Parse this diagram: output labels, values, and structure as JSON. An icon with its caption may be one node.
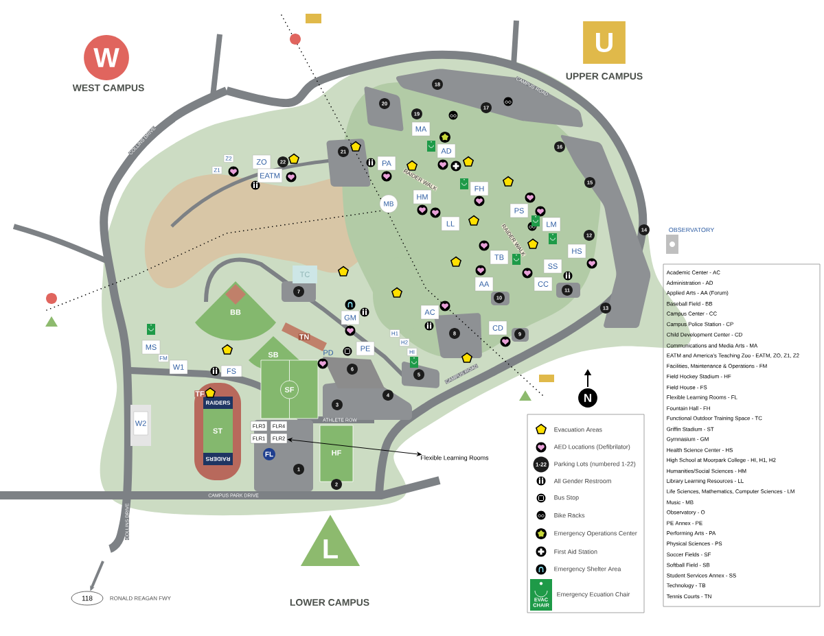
{
  "diagram": {
    "nodes": [
      {
        "text": [
          "W",
          "WEST CAMPUS"
        ]
      },
      {
        "text": [
          "U",
          "UPPER CAMPUS"
        ]
      },
      {
        "text": [
          "18"
        ]
      },
      {
        "text": [
          "20"
        ]
      },
      {
        "text": [
          "19"
        ]
      },
      {
        "text": [
          "17"
        ]
      },
      {
        "text": [
          "MA"
        ]
      },
      {
        "text": [
          "16"
        ]
      },
      {
        "text": [
          "AD"
        ]
      },
      {
        "text": [
          "21"
        ]
      },
      {
        "text": [
          "22"
        ]
      },
      {
        "text": [
          "ZO"
        ]
      },
      {
        "text": [
          "Z2"
        ]
      },
      {
        "text": [
          "Z1"
        ]
      },
      {
        "text": [
          "PA"
        ]
      },
      {
        "text": [
          "EATM"
        ]
      },
      {
        "text": [
          "15"
        ]
      },
      {
        "text": [
          "FH"
        ]
      },
      {
        "text": [
          "HM"
        ]
      },
      {
        "text": [
          "MB"
        ]
      },
      {
        "text": [
          "PS"
        ]
      },
      {
        "text": [
          "LL"
        ]
      },
      {
        "text": [
          "LM"
        ]
      },
      {
        "text": [
          "12"
        ]
      },
      {
        "text": [
          "14"
        ]
      },
      {
        "text": [
          "HS"
        ]
      },
      {
        "text": [
          "SS"
        ]
      },
      {
        "text": [
          "TB"
        ]
      },
      {
        "text": [
          "TC"
        ]
      },
      {
        "text": [
          "CC"
        ]
      },
      {
        "text": [
          "AA"
        ]
      },
      {
        "text": [
          "7"
        ]
      },
      {
        "text": [
          "10"
        ]
      },
      {
        "text": [
          "11"
        ]
      },
      {
        "text": [
          "13"
        ]
      },
      {
        "text": [
          "AC"
        ]
      },
      {
        "text": [
          "BB"
        ]
      },
      {
        "text": [
          "GM"
        ]
      },
      {
        "text": [
          "TN"
        ]
      },
      {
        "text": [
          "CD"
        ]
      },
      {
        "text": [
          "8"
        ]
      },
      {
        "text": [
          "9"
        ]
      },
      {
        "text": [
          "H1"
        ]
      },
      {
        "text": [
          "H2"
        ]
      },
      {
        "text": [
          "MS"
        ]
      },
      {
        "text": [
          "FM"
        ]
      },
      {
        "text": [
          "W1"
        ]
      },
      {
        "text": [
          "PE"
        ]
      },
      {
        "text": [
          "HI"
        ]
      },
      {
        "text": [
          "SB"
        ]
      },
      {
        "text": [
          "PD"
        ]
      },
      {
        "text": [
          "6"
        ]
      },
      {
        "text": [
          "5"
        ]
      },
      {
        "text": [
          "FS"
        ]
      },
      {
        "text": [
          "SF"
        ]
      },
      {
        "text": [
          "TF"
        ]
      },
      {
        "text": [
          "N"
        ]
      },
      {
        "text": [
          "4"
        ]
      },
      {
        "text": [
          "3"
        ]
      },
      {
        "text": [
          "FLR3"
        ]
      },
      {
        "text": [
          "FLR4"
        ]
      },
      {
        "text": [
          "FLR1"
        ]
      },
      {
        "text": [
          "FLR2"
        ]
      },
      {
        "text": [
          "W2"
        ]
      },
      {
        "text": [
          "ST"
        ]
      },
      {
        "text": [
          "FL"
        ]
      },
      {
        "text": [
          "HF"
        ]
      },
      {
        "text": [
          "Flexible Learning Rooms"
        ]
      },
      {
        "text": [
          "1"
        ]
      },
      {
        "text": [
          "2"
        ]
      },
      {
        "text": [
          "L",
          "LOWER CAMPUS"
        ]
      },
      {
        "text": [
          "118"
        ],
        "beside": [
          "RONALD REAGAN FWY"
        ]
      }
    ],
    "edges": [
      {
        "from": 67,
        "to": 62,
        "arrow": "both"
      },
      {
        "from": null,
        "to": 71,
        "arrow": "to",
        "style": "thick",
        "color": "#7d8185"
      }
    ],
    "labels": [
      "CAMPUS ROAD",
      "COLLINS DRIVE",
      "RAIDER WALK",
      "OBSERVATORY",
      "RAIDER WALK",
      "CAMPUS ROAD",
      "ATHLETE ROW",
      "RAIDERS",
      "RAIDERS",
      "CAMPUS PARK DRIVE",
      "COLLINS DRIVE",
      "1-22",
      "EVAC CHAIR",
      "Academic Center - AC",
      "Administration - AD",
      "Applied Arts - AA (Forum)",
      "Baseball Field - BB",
      "Campus Center - CC",
      "Campus Police Station - CP",
      "Child Development Center - CD",
      "Communications and Media Arts - MA",
      "EATM and America’s Teaching Zoo - EATM, ZO, Z1, Z2",
      "Facilities, Maintenance & Operations - FM",
      "Field Hockey Stadium - HF",
      "Field House - FS",
      "Flexible Learning Rooms - FL",
      "Fountain Hall - FH",
      "Functional Outdoor Training Space - TC",
      "Griffin Stadium - ST",
      "Gymnasium - GM",
      "Health Science Center - HS",
      "High School at Moorpark College - HI, H1, H2",
      "Humanities/Social Sciences - HM",
      "Library Learning Resources - LL",
      "Life Sciences, Mathematics, Computer Sciences - LM",
      "Music - MB",
      "Observatory - O",
      "PE Annex - PE",
      "Performing Arts - PA",
      "Physical Sciences - PS",
      "Soccer Fields - SF",
      "Softball Field - SB",
      "Student Services Annex - SS",
      "Technology - TB",
      "Tennis Courts - TN"
    ],
    "legend": [
      {
        "text": "Evacuation Areas"
      },
      {
        "text": "AED Locations (Defibrilator)"
      },
      {
        "text": "Parking Lots (numbered 1-22)"
      },
      {
        "text": "All Gender Restroom"
      },
      {
        "text": "Bus Stop"
      },
      {
        "text": "Bike Racks"
      },
      {
        "text": "Emergency Operations Center"
      },
      {
        "text": "First Aid Station"
      },
      {
        "text": "Emergency Shelter Area"
      },
      {
        "text": "Emergency Ecuation Chair"
      }
    ]
  }
}
